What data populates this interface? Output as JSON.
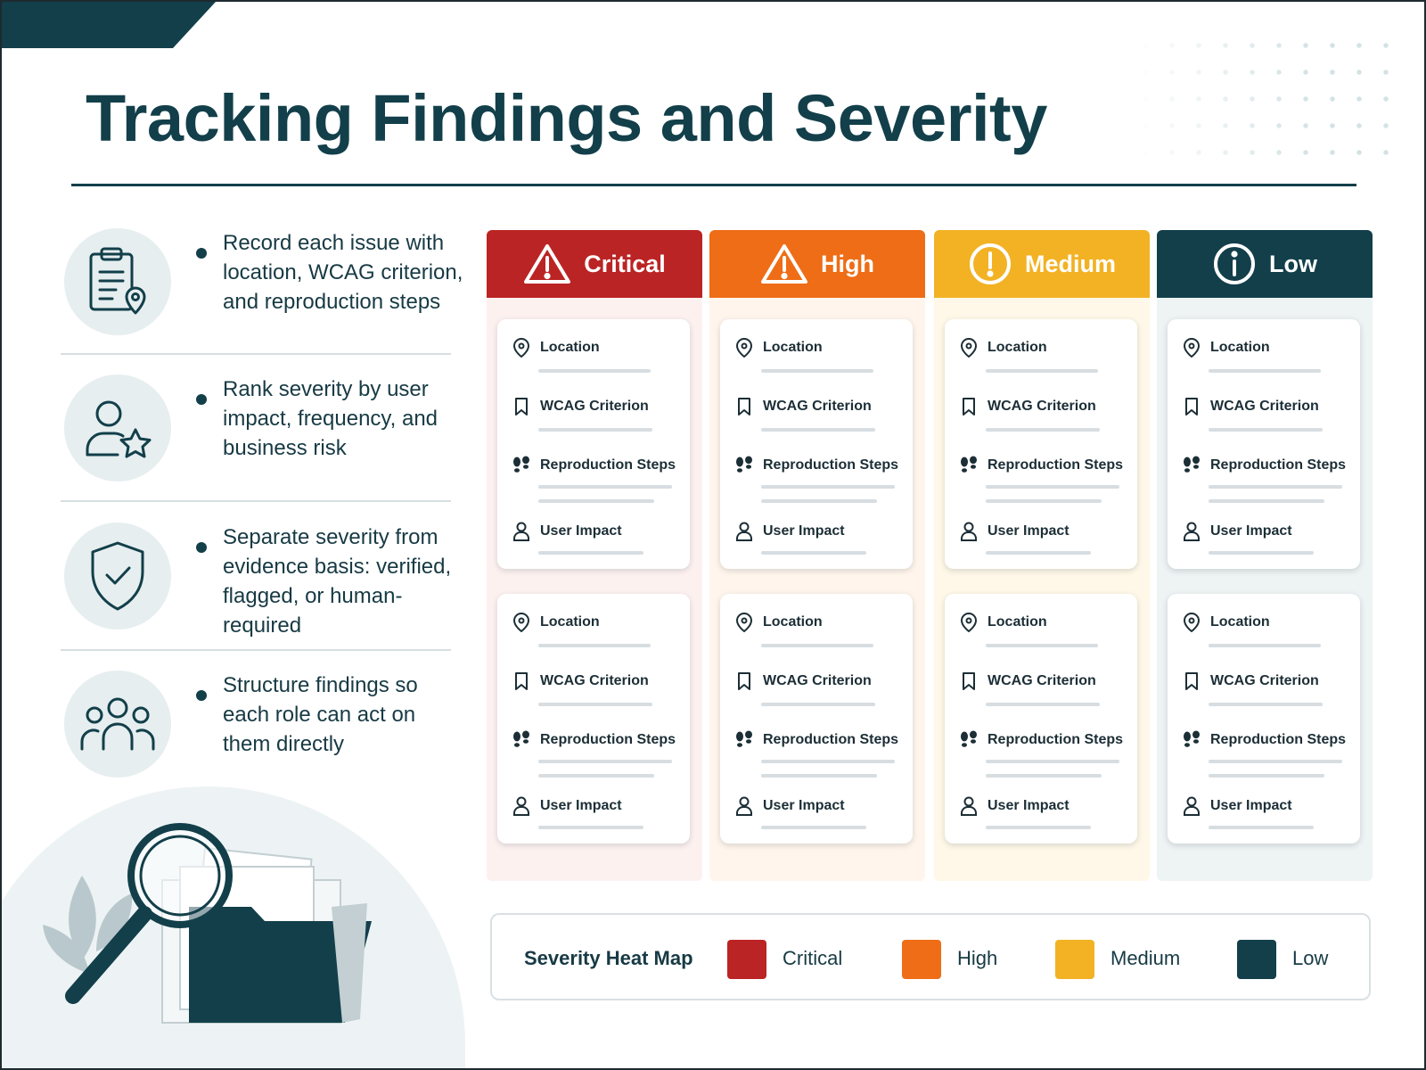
{
  "title": "Tracking Findings and Severity",
  "bullets": [
    {
      "icon": "clipboard-location-icon",
      "text": "Record each issue with location, WCAG criterion, and reproduction steps"
    },
    {
      "icon": "user-star-icon",
      "text": "Rank severity by user impact, frequency, and business risk"
    },
    {
      "icon": "shield-check-icon",
      "text": "Separate severity from evidence basis: verified, flagged, or human-required"
    },
    {
      "icon": "team-icon",
      "text": "Structure findings so each role can act on them directly"
    }
  ],
  "columns": [
    {
      "label": "Critical",
      "icon": "warning-triangle-icon",
      "color": "#bb2424",
      "panel": "#fdf1f0"
    },
    {
      "label": "High",
      "icon": "warning-triangle-icon",
      "color": "#ee6d16",
      "panel": "#fff5ec"
    },
    {
      "label": "Medium",
      "icon": "exclamation-circle-icon",
      "color": "#f2b224",
      "panel": "#fff8e8"
    },
    {
      "label": "Low",
      "icon": "info-circle-icon",
      "color": "#123f4a",
      "panel": "#eef3f4"
    }
  ],
  "card_fields": {
    "location": "Location",
    "wcag": "WCAG Criterion",
    "steps": "Reproduction Steps",
    "impact": "User Impact"
  },
  "legend": {
    "title": "Severity Heat Map",
    "items": [
      {
        "label": "Critical",
        "color": "#bb2424"
      },
      {
        "label": "High",
        "color": "#ee6d16"
      },
      {
        "label": "Medium",
        "color": "#f2b224"
      },
      {
        "label": "Low",
        "color": "#123f4a"
      }
    ]
  }
}
